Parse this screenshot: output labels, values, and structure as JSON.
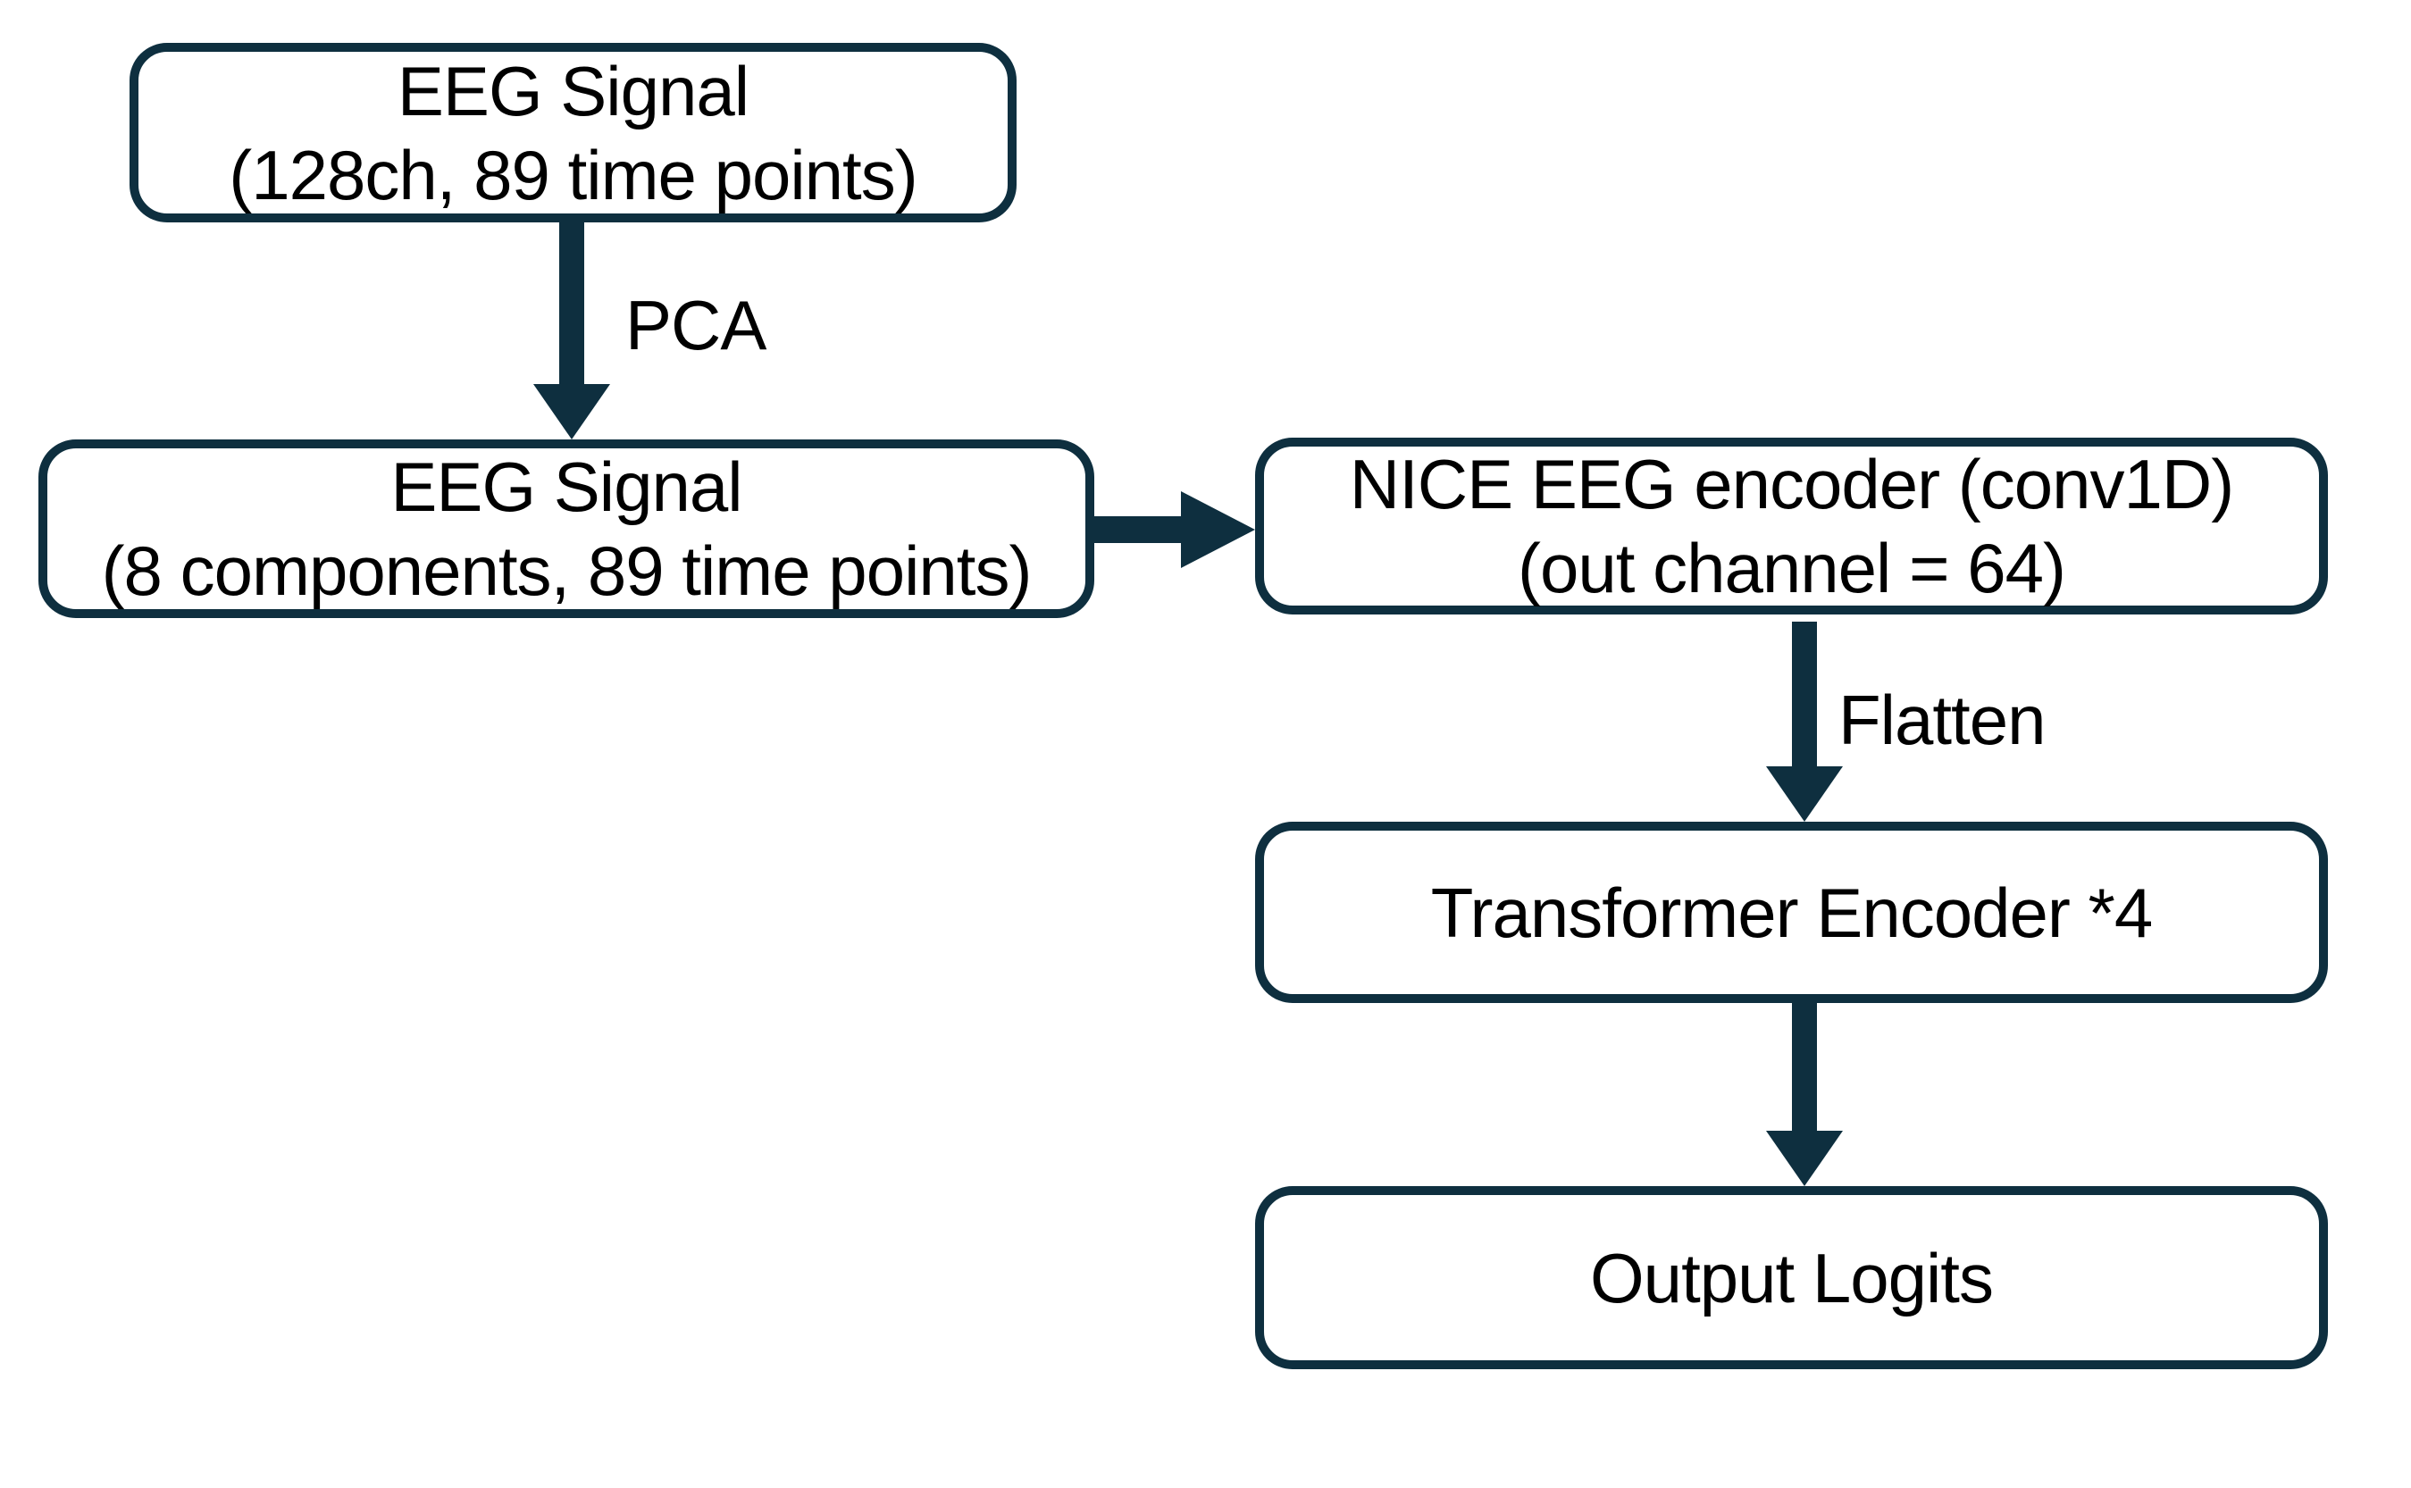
{
  "diagram": {
    "colors": {
      "stroke": "#0e2f3f",
      "text": "#000000",
      "background": "#ffffff"
    },
    "nodes": [
      {
        "id": "eeg-raw",
        "line1": "EEG Signal",
        "line2": "(128ch, 89 time points)"
      },
      {
        "id": "eeg-pca",
        "line1": "EEG Signal",
        "line2": "(8 components, 89 time points)"
      },
      {
        "id": "nice-encoder",
        "line1": "NICE EEG encoder (conv1D)",
        "line2": "(out channel = 64)"
      },
      {
        "id": "transformer",
        "line1": "Transformer Encoder *4"
      },
      {
        "id": "output",
        "line1": "Output Logits"
      }
    ],
    "edges": [
      {
        "from": "eeg-raw",
        "to": "eeg-pca",
        "label": "PCA"
      },
      {
        "from": "eeg-pca",
        "to": "nice-encoder",
        "label": ""
      },
      {
        "from": "nice-encoder",
        "to": "transformer",
        "label": "Flatten"
      },
      {
        "from": "transformer",
        "to": "output",
        "label": ""
      }
    ]
  }
}
